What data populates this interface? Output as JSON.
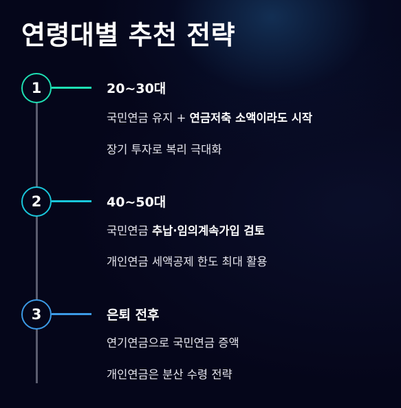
{
  "title": "연령대별 추천 전략",
  "colors": {
    "background": "#05061a",
    "step1_accent": "#1ee0b4",
    "step2_accent": "#19c7dc",
    "step3_accent": "#3c9ae6",
    "timeline": "#5a5c6e"
  },
  "steps": [
    {
      "number": "1",
      "title": "20~30대",
      "line1_plain": "국민연금 유지 + ",
      "line1_bold": "연금저축 소액이라도 시작",
      "line2": "장기 투자로 복리 극대화"
    },
    {
      "number": "2",
      "title": "40~50대",
      "line1_plain": "국민연금 ",
      "line1_bold": "추납·임의계속가입 검토",
      "line2": "개인연금 세액공제 한도 최대 활용"
    },
    {
      "number": "3",
      "title": "은퇴 전후",
      "line1_plain": "연기연금으로 국민연금 증액",
      "line1_bold": "",
      "line2": "개인연금은 분산 수령 전략"
    }
  ]
}
